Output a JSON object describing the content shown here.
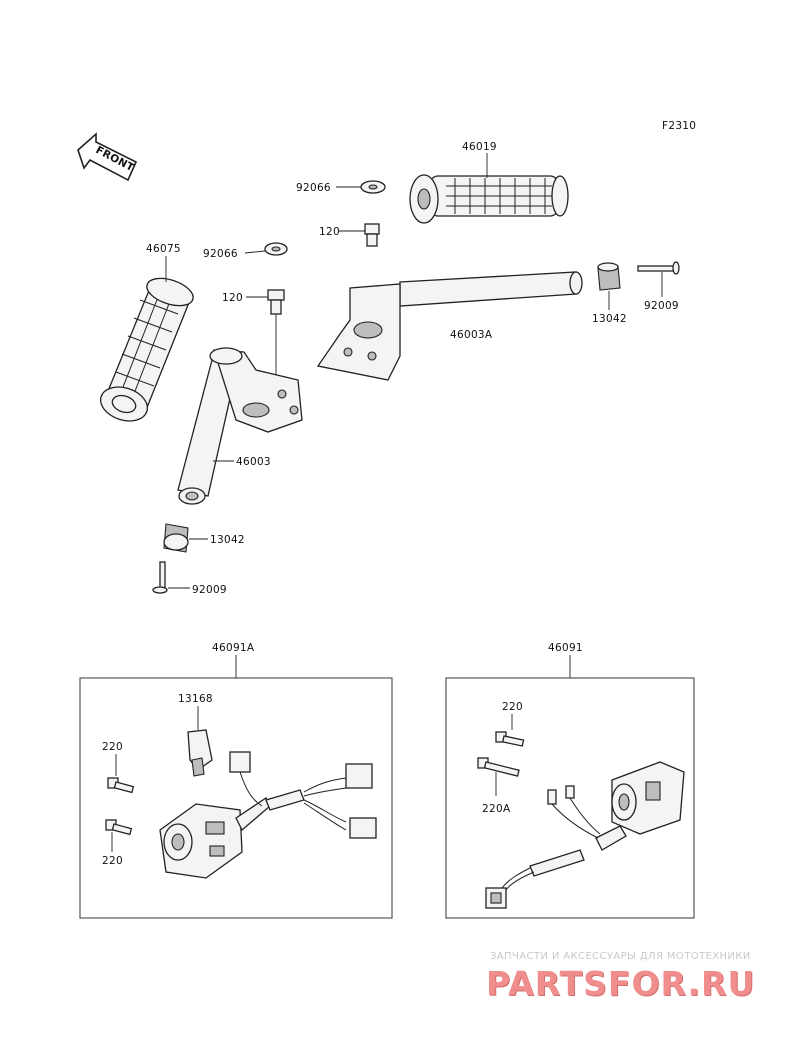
{
  "figure_code": "F2310",
  "front_marker": "FRONT",
  "parts": {
    "grip_right": "46019",
    "washer_right": "92066",
    "bolt_right": "120",
    "grip_left": "46075",
    "washer_left": "92066",
    "bolt_left": "120",
    "handlebar_right": "46003A",
    "weight_right": "13042",
    "screw_right": "92009",
    "handlebar_left": "46003",
    "weight_left": "13042",
    "screw_left": "92009"
  },
  "left_switch_box": {
    "title": "46091A",
    "holder": "13168",
    "screw_top": "220",
    "screw_bottom": "220"
  },
  "right_switch_box": {
    "title": "46091",
    "screw": "220",
    "screw_a": "220A"
  },
  "watermark": {
    "tagline": "ЗАПЧАСТИ И АКСЕССУАРЫ ДЛЯ МОТОТЕХНИКИ",
    "brand": "PARTSFOR.RU"
  }
}
